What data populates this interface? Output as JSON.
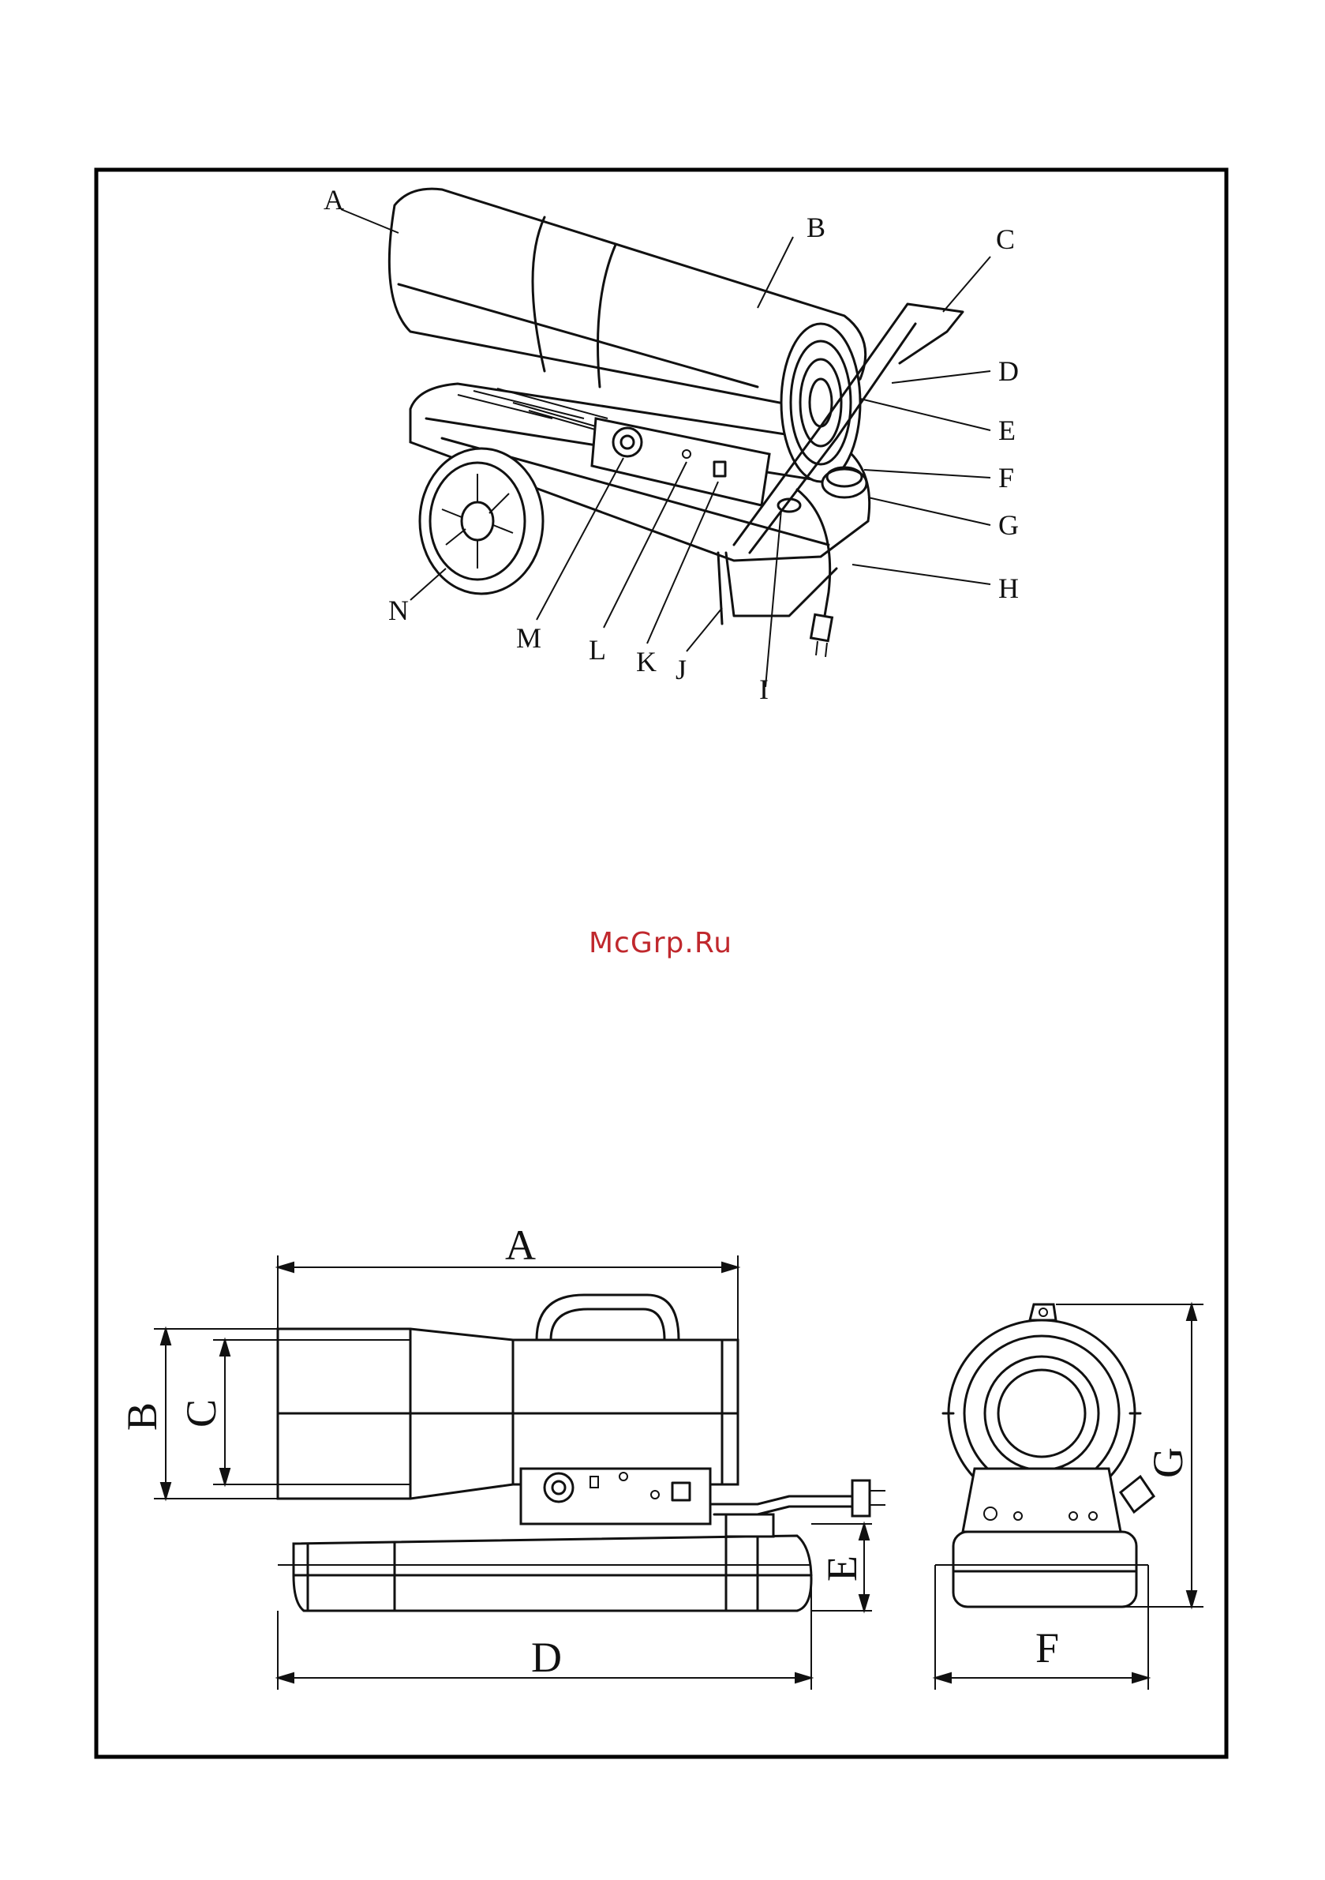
{
  "watermark": "McGrp.Ru",
  "perspective_view": {
    "callouts": [
      "A",
      "B",
      "C",
      "D",
      "E",
      "F",
      "G",
      "H",
      "I",
      "J",
      "K",
      "L",
      "M",
      "N"
    ]
  },
  "dimension_views": {
    "side_view_labels": [
      "A",
      "B",
      "C",
      "D",
      "E"
    ],
    "front_view_labels": [
      "F",
      "G"
    ]
  }
}
